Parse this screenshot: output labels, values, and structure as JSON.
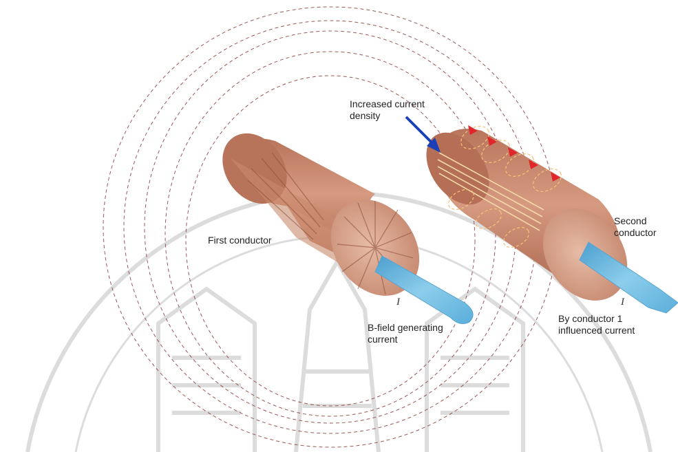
{
  "labels": {
    "increased_density": [
      "Increased current",
      "density"
    ],
    "first_conductor": "First conductor",
    "second_conductor": [
      "Second",
      "conductor"
    ],
    "current_symbol": "I",
    "bfield_current": [
      "B-field generating",
      "current"
    ],
    "influenced_current": [
      "By conductor 1",
      "influenced current"
    ]
  },
  "colors": {
    "copper": "#c98a6e",
    "copper_dark": "#a8634a",
    "copper_light": "#e2b39c",
    "current_arrow": "#6fb6dd",
    "field_line": "#8a3a3a",
    "pointer_arrow": "#1b3fb8",
    "eddy_arrow": "#e0262a",
    "eddy_loop": "#f1c27a",
    "watermark": "#dcdcdc"
  },
  "icons": {
    "pointer": "blue-arrow-icon",
    "eddy": "red-eddy-arrow-icon"
  }
}
